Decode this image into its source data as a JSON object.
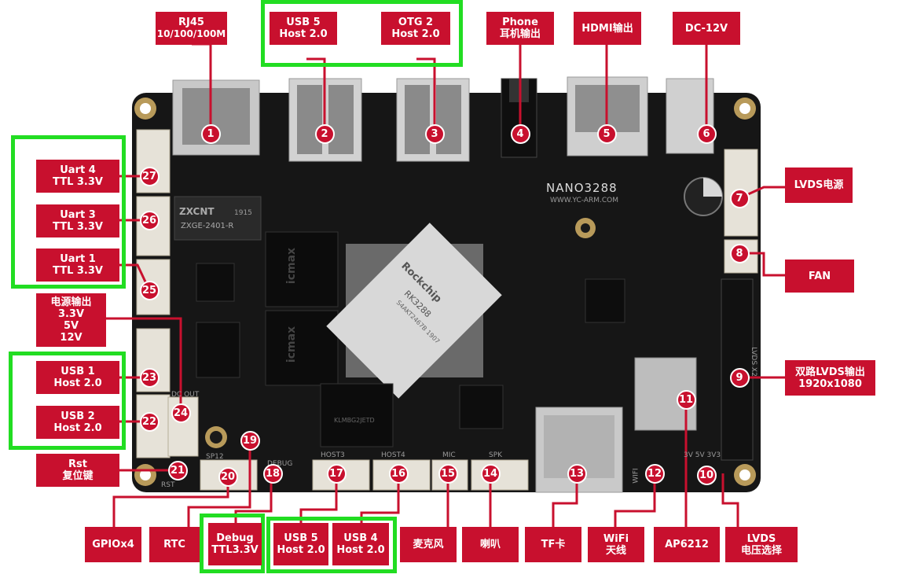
{
  "board": {
    "name": "NANO3288",
    "url": "WWW.YC-ARM.COM",
    "soc_brand": "Rockchip",
    "soc_model": "RK3288",
    "soc_code": "S4AKT2467B 1907",
    "emmc_brand": "KLMBG2JETD",
    "ic1": "ZXCNT",
    "ic1_num": "1915",
    "ic2": "ZXGE-2401-R",
    "ram_brand": "icmax"
  },
  "labels": {
    "rj45": [
      "RJ45",
      "10/100/100M"
    ],
    "usb5_top": [
      "USB 5",
      "Host 2.0"
    ],
    "otg2": [
      "OTG 2",
      "Host 2.0"
    ],
    "phone": [
      "Phone",
      "耳机输出"
    ],
    "hdmi": [
      "HDMI输出"
    ],
    "dc": [
      "DC-12V"
    ],
    "lvds_power": [
      "LVDS电源"
    ],
    "fan": [
      "FAN"
    ],
    "dual_lvds": [
      "双路LVDS输出",
      "1920x1080"
    ],
    "uart4": [
      "Uart 4",
      "TTL 3.3V"
    ],
    "uart3": [
      "Uart 3",
      "TTL 3.3V"
    ],
    "uart1": [
      "Uart 1",
      "TTL 3.3V"
    ],
    "power_out": [
      "电源输出",
      "3.3V",
      "5V",
      "12V"
    ],
    "usb1": [
      "USB 1",
      "Host 2.0"
    ],
    "usb2": [
      "USB 2",
      "Host 2.0"
    ],
    "rst": [
      "Rst",
      "复位键"
    ],
    "gpio": [
      "GPIOx4"
    ],
    "rtc": [
      "RTC"
    ],
    "debug": [
      "Debug",
      "TTL3.3V"
    ],
    "usb5_bottom": [
      "USB 5",
      "Host 2.0"
    ],
    "usb4": [
      "USB 4",
      "Host 2.0"
    ],
    "mic": [
      "麦克风"
    ],
    "speaker": [
      "喇叭"
    ],
    "tf": [
      "TF卡"
    ],
    "wifi": [
      "WiFi",
      "天线"
    ],
    "ap6212": [
      "AP6212"
    ],
    "lvds_voltage": [
      "LVDS",
      "电压选择"
    ]
  },
  "badges": [
    "1",
    "2",
    "3",
    "4",
    "5",
    "6",
    "7",
    "8",
    "9",
    "11",
    "10",
    "12",
    "13",
    "14",
    "15",
    "16",
    "17",
    "18",
    "19",
    "20",
    "21",
    "22",
    "23",
    "24",
    "25",
    "26",
    "27"
  ],
  "silk": {
    "host3": "HOST3",
    "host4": "HOST4",
    "mic": "MIC",
    "spk": "SPK",
    "debug": "DEBUG",
    "wifi": "WIFI",
    "rst": "RST",
    "sp12": "SP12",
    "vol": "3V  5V  3V3",
    "lvds": "LVDS X2",
    "dcout": "DC OUT"
  },
  "colors": {
    "label_red": "#c8102e",
    "group_green": "#22dd22",
    "pcb": "#161616",
    "connector": "#e6e2d8"
  }
}
